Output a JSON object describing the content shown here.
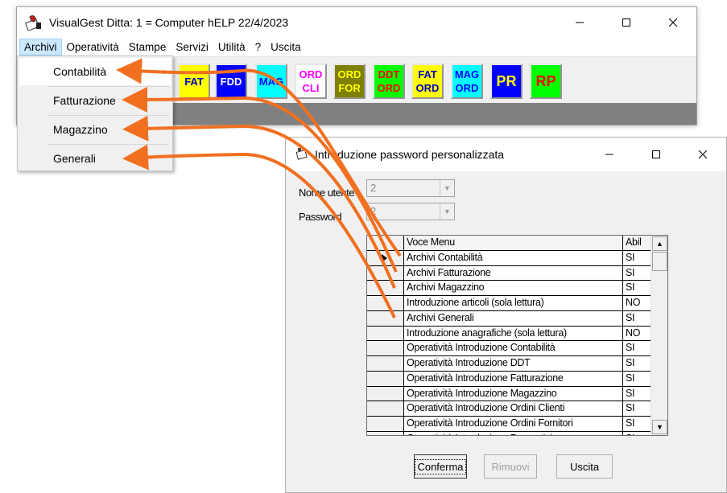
{
  "main_window": {
    "title": "VisualGest  Ditta: 1 = Computer hELP  22/4/2023",
    "menu": [
      "Archivi",
      "Operatività",
      "Stampe",
      "Servizi",
      "Utilità",
      "?",
      "Uscita"
    ],
    "toolbar": [
      {
        "label": "FAT",
        "bg": "#ffff00",
        "fg": "#0000c0"
      },
      {
        "label": "FDD",
        "bg": "#0000ff",
        "fg": "#ffffff"
      },
      {
        "label": "MAG",
        "bg": "#00ffff",
        "fg": "#0000ff"
      },
      {
        "label": "ORD\nCLI",
        "bg": "#ffffff",
        "fg": "#ff00ff"
      },
      {
        "label": "ORD\nFOR",
        "bg": "#808000",
        "fg": "#ffff00"
      },
      {
        "label": "DDT\nORD",
        "bg": "#00ff00",
        "fg": "#ff0000"
      },
      {
        "label": "FAT\nORD",
        "bg": "#ffff00",
        "fg": "#0000c0"
      },
      {
        "label": "MAG\nORD",
        "bg": "#00ffff",
        "fg": "#0000ff"
      },
      {
        "label": "PR",
        "bg": "#0000ff",
        "fg": "#ffff00"
      },
      {
        "label": "RP",
        "bg": "#00ff00",
        "fg": "#ff0000"
      }
    ]
  },
  "dropdown": {
    "items": [
      "Contabilità",
      "Fatturazione",
      "Magazzino",
      "Generali"
    ]
  },
  "dialog": {
    "title": "Introduzione password personalizzata",
    "nome_utente_label": "Nome utente",
    "nome_utente_value": "2",
    "password_label": "Password",
    "password_value": "2",
    "columns": [
      "Voce Menu",
      "Abil"
    ],
    "rows": [
      [
        "Archivi Contabilità",
        "SI"
      ],
      [
        "Archivi Fatturazione",
        "SI"
      ],
      [
        "Archivi Magazzino",
        "SI"
      ],
      [
        "Introduzione articoli (sola lettura)",
        "NO"
      ],
      [
        "Archivi Generali",
        "SI"
      ],
      [
        "Introduzione anagrafiche (sola lettura)",
        "NO"
      ],
      [
        "Operatività Introduzione Contabilità",
        "SI"
      ],
      [
        "Operatività Introduzione DDT",
        "SI"
      ],
      [
        "Operatività Introduzione Fatturazione",
        "SI"
      ],
      [
        "Operatività Introduzione Magazzino",
        "SI"
      ],
      [
        "Operatività Introduzione Ordini Clienti",
        "SI"
      ],
      [
        "Operatività Introduzione Ordini Fornitori",
        "SI"
      ],
      [
        "Operatività Introduzione Preventivi",
        "SI"
      ]
    ],
    "buttons": {
      "confirm": "Conferma",
      "remove": "Rimuovi",
      "exit": "Uscita"
    }
  },
  "colors": {
    "arrow": "#f07020",
    "statusbar": "#808080",
    "menu_highlight": "#cce8ff"
  }
}
